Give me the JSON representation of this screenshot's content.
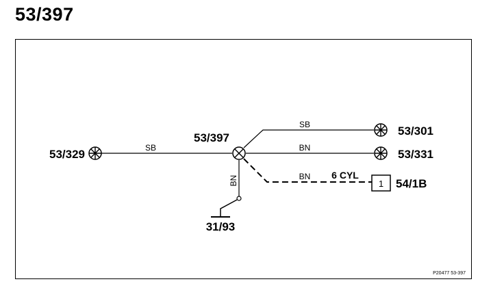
{
  "page": {
    "title": "53/397"
  },
  "diagram": {
    "center_node": "53/397",
    "nodes": {
      "left": "53/329",
      "top_right": "53/301",
      "mid_right": "53/331",
      "bottom_right": "54/1B",
      "ground": "31/93"
    },
    "wires": {
      "left": "SB",
      "top": "SB",
      "mid": "BN",
      "dashed": "BN",
      "down": "BN"
    },
    "dashed_note": "6 CYL",
    "connector_pin": "1",
    "footer_code": "P20477  53-397"
  }
}
